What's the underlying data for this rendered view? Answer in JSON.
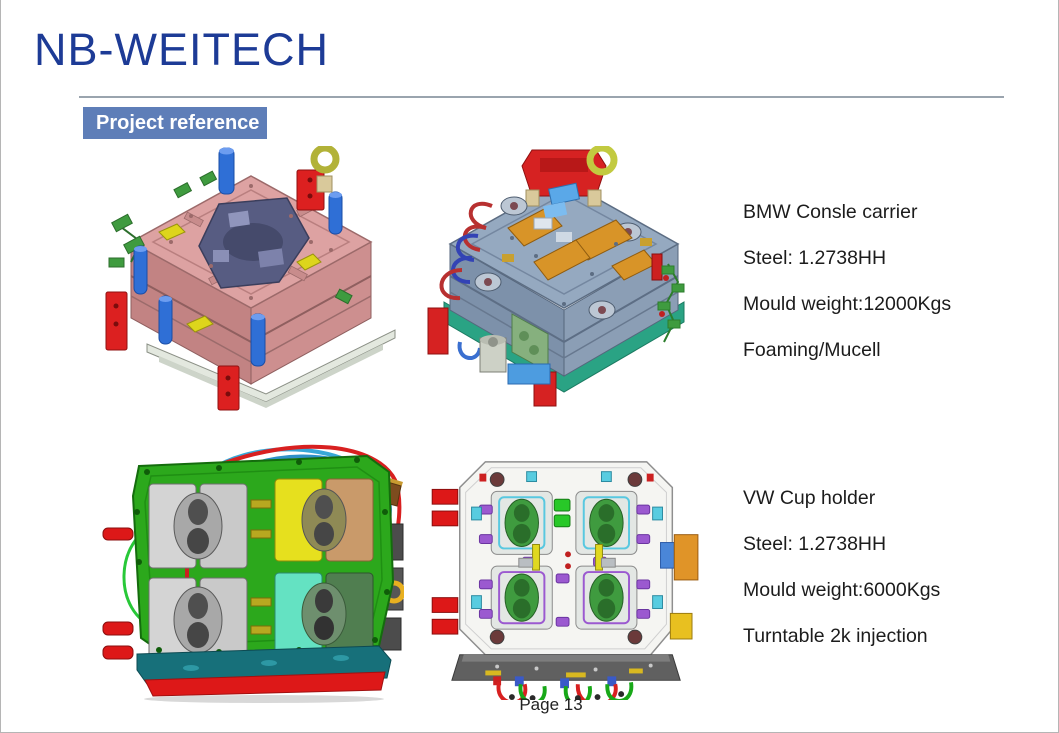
{
  "page": {
    "title": "NB-WEITECH",
    "page_number": "Page 13"
  },
  "section": {
    "badge": "Project reference"
  },
  "colors": {
    "brand_navy": "#1d3b96",
    "badge_bg": "#5e7eb8",
    "badge_text": "#ffffff",
    "rule_gray": "#9aa4ae",
    "body_text": "#1c1c1c",
    "page_bg": "#ffffff",
    "page_border": "#b5b5b5"
  },
  "projects": [
    {
      "name": "BMW Consle carrier",
      "specs": [
        "Steel: 1.2738HH",
        "Mould weight:12000Kgs",
        "Foaming/Mucell"
      ],
      "images": [
        {
          "id": "bmw-mold-cavity-half",
          "description": "Isometric CAD render of BMW console carrier injection mould: salmon-pink plates, blue guide pillars, red clamp blocks, lifting eye bolt, dark slate cavity insert, green side clamps"
        },
        {
          "id": "bmw-mold-core-half",
          "description": "Isometric CAD render of BMW console carrier mould core half: grey-blue plates, red lifting bracket with eye ring, orange inserts, red and blue cooling hoses, teal-green base plate"
        }
      ]
    },
    {
      "name": "VW Cup holder",
      "specs": [
        "Steel: 1.2738HH",
        "Mould weight:6000Kgs",
        "Turntable 2k injection"
      ],
      "images": [
        {
          "id": "vw-mold-green-half",
          "description": "Front CAD view of VW cup holder turntable mould: bright green plate with four cavity insert pairs (grey, yellow-tan, cyan-green), red cooling stubs, blue and red top hoses, teal base bar with red stripe"
        },
        {
          "id": "vw-mold-white-half",
          "description": "Front CAD view of VW cup holder mould second half: white plate with four green oval cavity pairs, purple clamps, cyan fittings, red side blocks, orange and yellow blocks on right, green and red hoses hanging below"
        }
      ]
    }
  ]
}
